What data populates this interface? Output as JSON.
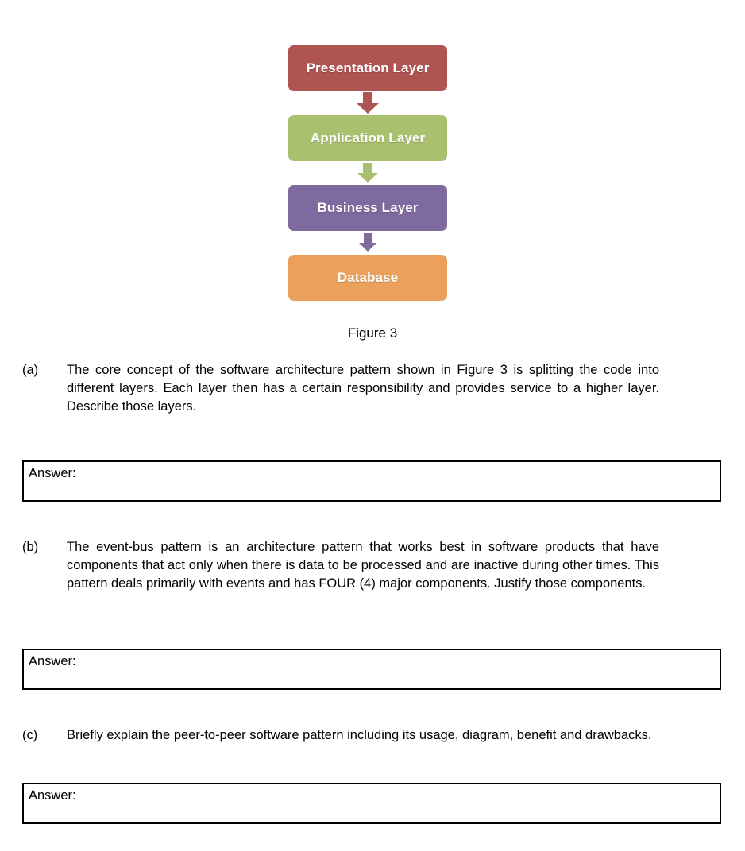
{
  "figure": {
    "caption": "Figure 3",
    "layers": [
      {
        "label": "Presentation Layer",
        "color": "#b05452",
        "arrow_color": "#b05452"
      },
      {
        "label": "Application Layer",
        "color": "#a9c06f",
        "arrow_color": "#a9c06f"
      },
      {
        "label": "Business Layer",
        "color": "#7f6a9f",
        "arrow_color": "#7f6a9f"
      },
      {
        "label": "Database",
        "color": "#eba15c",
        "arrow_color": ""
      }
    ]
  },
  "questions": [
    {
      "label": "(a)",
      "text": "The core concept of the software architecture pattern shown in Figure 3 is splitting the code into different layers. Each layer then has a certain responsibility and provides service to a higher layer. Describe those layers."
    },
    {
      "label": "(b)",
      "text": "The event-bus pattern is an architecture pattern that works best in software products that have components that act only when there is data to be processed and are inactive during other times. This pattern deals primarily with events and has FOUR (4) major components. Justify those components."
    },
    {
      "label": "(c)",
      "text": "Briefly explain the peer-to-peer software pattern including its usage, diagram, benefit and drawbacks."
    }
  ],
  "answers": [
    {
      "label": "Answer:"
    },
    {
      "label": "Answer:"
    },
    {
      "label": "Answer:"
    }
  ]
}
